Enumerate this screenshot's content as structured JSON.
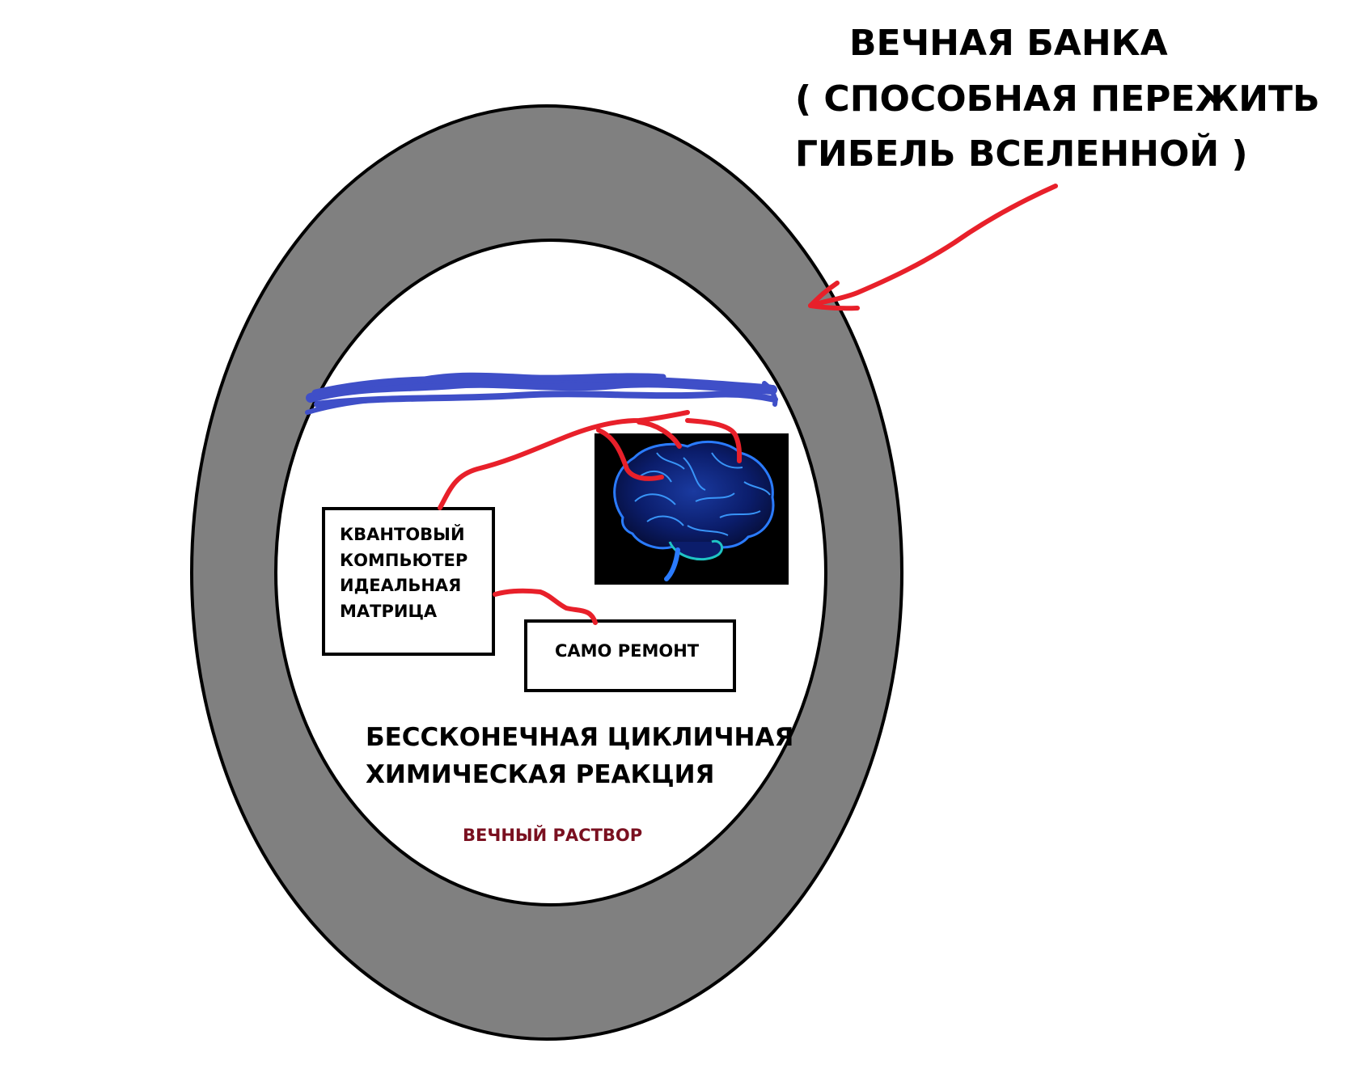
{
  "title": {
    "line1": "ВЕЧНАЯ БАНКА",
    "line2": "( СПОСОБНАЯ ПЕРЕЖИТЬ",
    "line3": "ГИБЕЛЬ ВСЕЛЕННОЙ )"
  },
  "quantum_box": {
    "line1": "КВАНТОВЫЙ",
    "line2": "КОМПЬЮТЕР",
    "line3": "ИДЕАЛЬНАЯ",
    "line4": "МАТРИЦА"
  },
  "repair_box": {
    "label": "САМО РЕМОНТ"
  },
  "reaction": {
    "line1": "БЕССКОНЕЧНАЯ ЦИКЛИЧНАЯ",
    "line2": "ХИМИЧЕСКАЯ РЕАКЦИЯ"
  },
  "solution": {
    "label": "ВЕЧНЫЙ РАСТВОР"
  },
  "colors": {
    "jar_wall": "#808080",
    "jar_interior": "#ffffff",
    "outline": "#000000",
    "arrow": "#e8202a",
    "wires": "#e8202a",
    "surface": "#3f4fc8",
    "brain_background": "#000000",
    "brain_glow": "#2a7bff",
    "solution_text": "#7a1020"
  },
  "icons": {
    "brain": "brain-icon",
    "arrow": "arrow-icon"
  }
}
